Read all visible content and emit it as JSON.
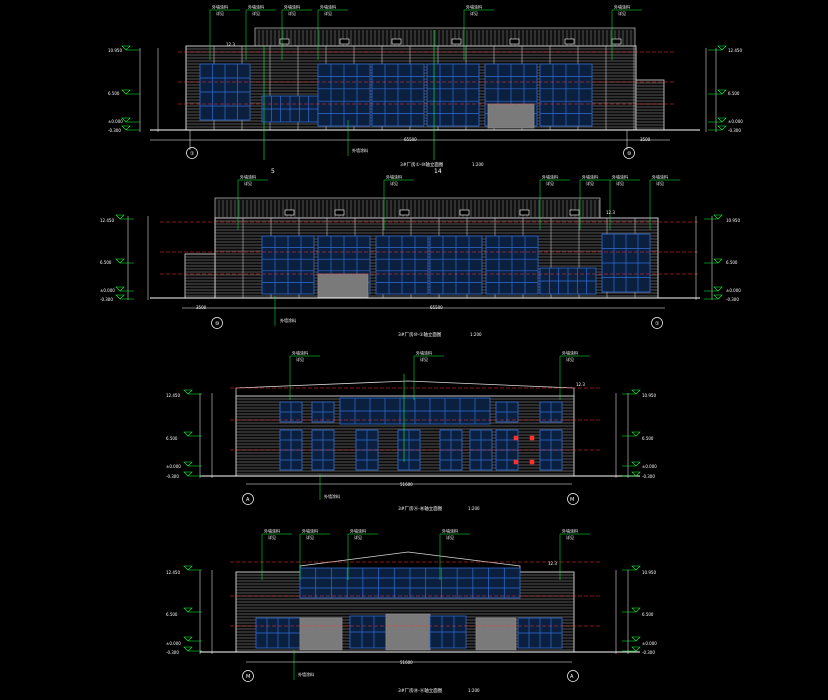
{
  "drawing": {
    "background": "#000000",
    "colors": {
      "wall": "#d9d9d9",
      "window": "#2f6fd6",
      "guide": "#ffffff",
      "green": "#00ff3c",
      "dim": "#ff3030",
      "roof": "#bfbfbf",
      "door": "#8a8a8a",
      "ynote": "#e6e600"
    },
    "elevations": [
      {
        "title": "3#厂房①-⑩轴立面图",
        "scale": "1:200",
        "left_axis": "①",
        "right_axis": "⑩",
        "width_dim": "65500",
        "side_dim": "3500",
        "marker_labels": [
          "5",
          "14"
        ],
        "levels_left": [
          "10.950",
          "6.500",
          "±0.000",
          "-0.300"
        ],
        "levels_right": [
          "12.450",
          "6.500",
          "±0.000",
          "-0.300"
        ]
      },
      {
        "title": "3#厂房⑩-①轴立面图",
        "scale": "1:200",
        "left_axis": "⑩",
        "right_axis": "①",
        "width_dim": "65500",
        "side_dim": "3500",
        "levels_left": [
          "12.450",
          "6.500",
          "±0.000",
          "-0.300"
        ],
        "levels_right": [
          "10.950",
          "6.500",
          "±0.000",
          "-0.300"
        ]
      },
      {
        "title": "3#厂房Ⓐ-Ⓜ轴立面图",
        "scale": "1:200",
        "left_axis": "A",
        "right_axis": "M",
        "width_dim": "51600",
        "levels_left": [
          "12.450",
          "6.500",
          "±0.000",
          "-0.300"
        ],
        "levels_right": [
          "10.950",
          "6.500",
          "±0.000",
          "-0.300"
        ]
      },
      {
        "title": "3#厂房Ⓜ-Ⓐ轴立面图",
        "scale": "1:200",
        "left_axis": "M",
        "right_axis": "A",
        "width_dim": "51600",
        "levels_left": [
          "12.450",
          "6.500",
          "±0.000",
          "-0.300"
        ],
        "levels_right": [
          "10.950",
          "6.500",
          "±0.000",
          "-0.300"
        ]
      }
    ],
    "note_text": "外墙涂料",
    "note_sub": "详见",
    "small_tag": "12.3"
  }
}
